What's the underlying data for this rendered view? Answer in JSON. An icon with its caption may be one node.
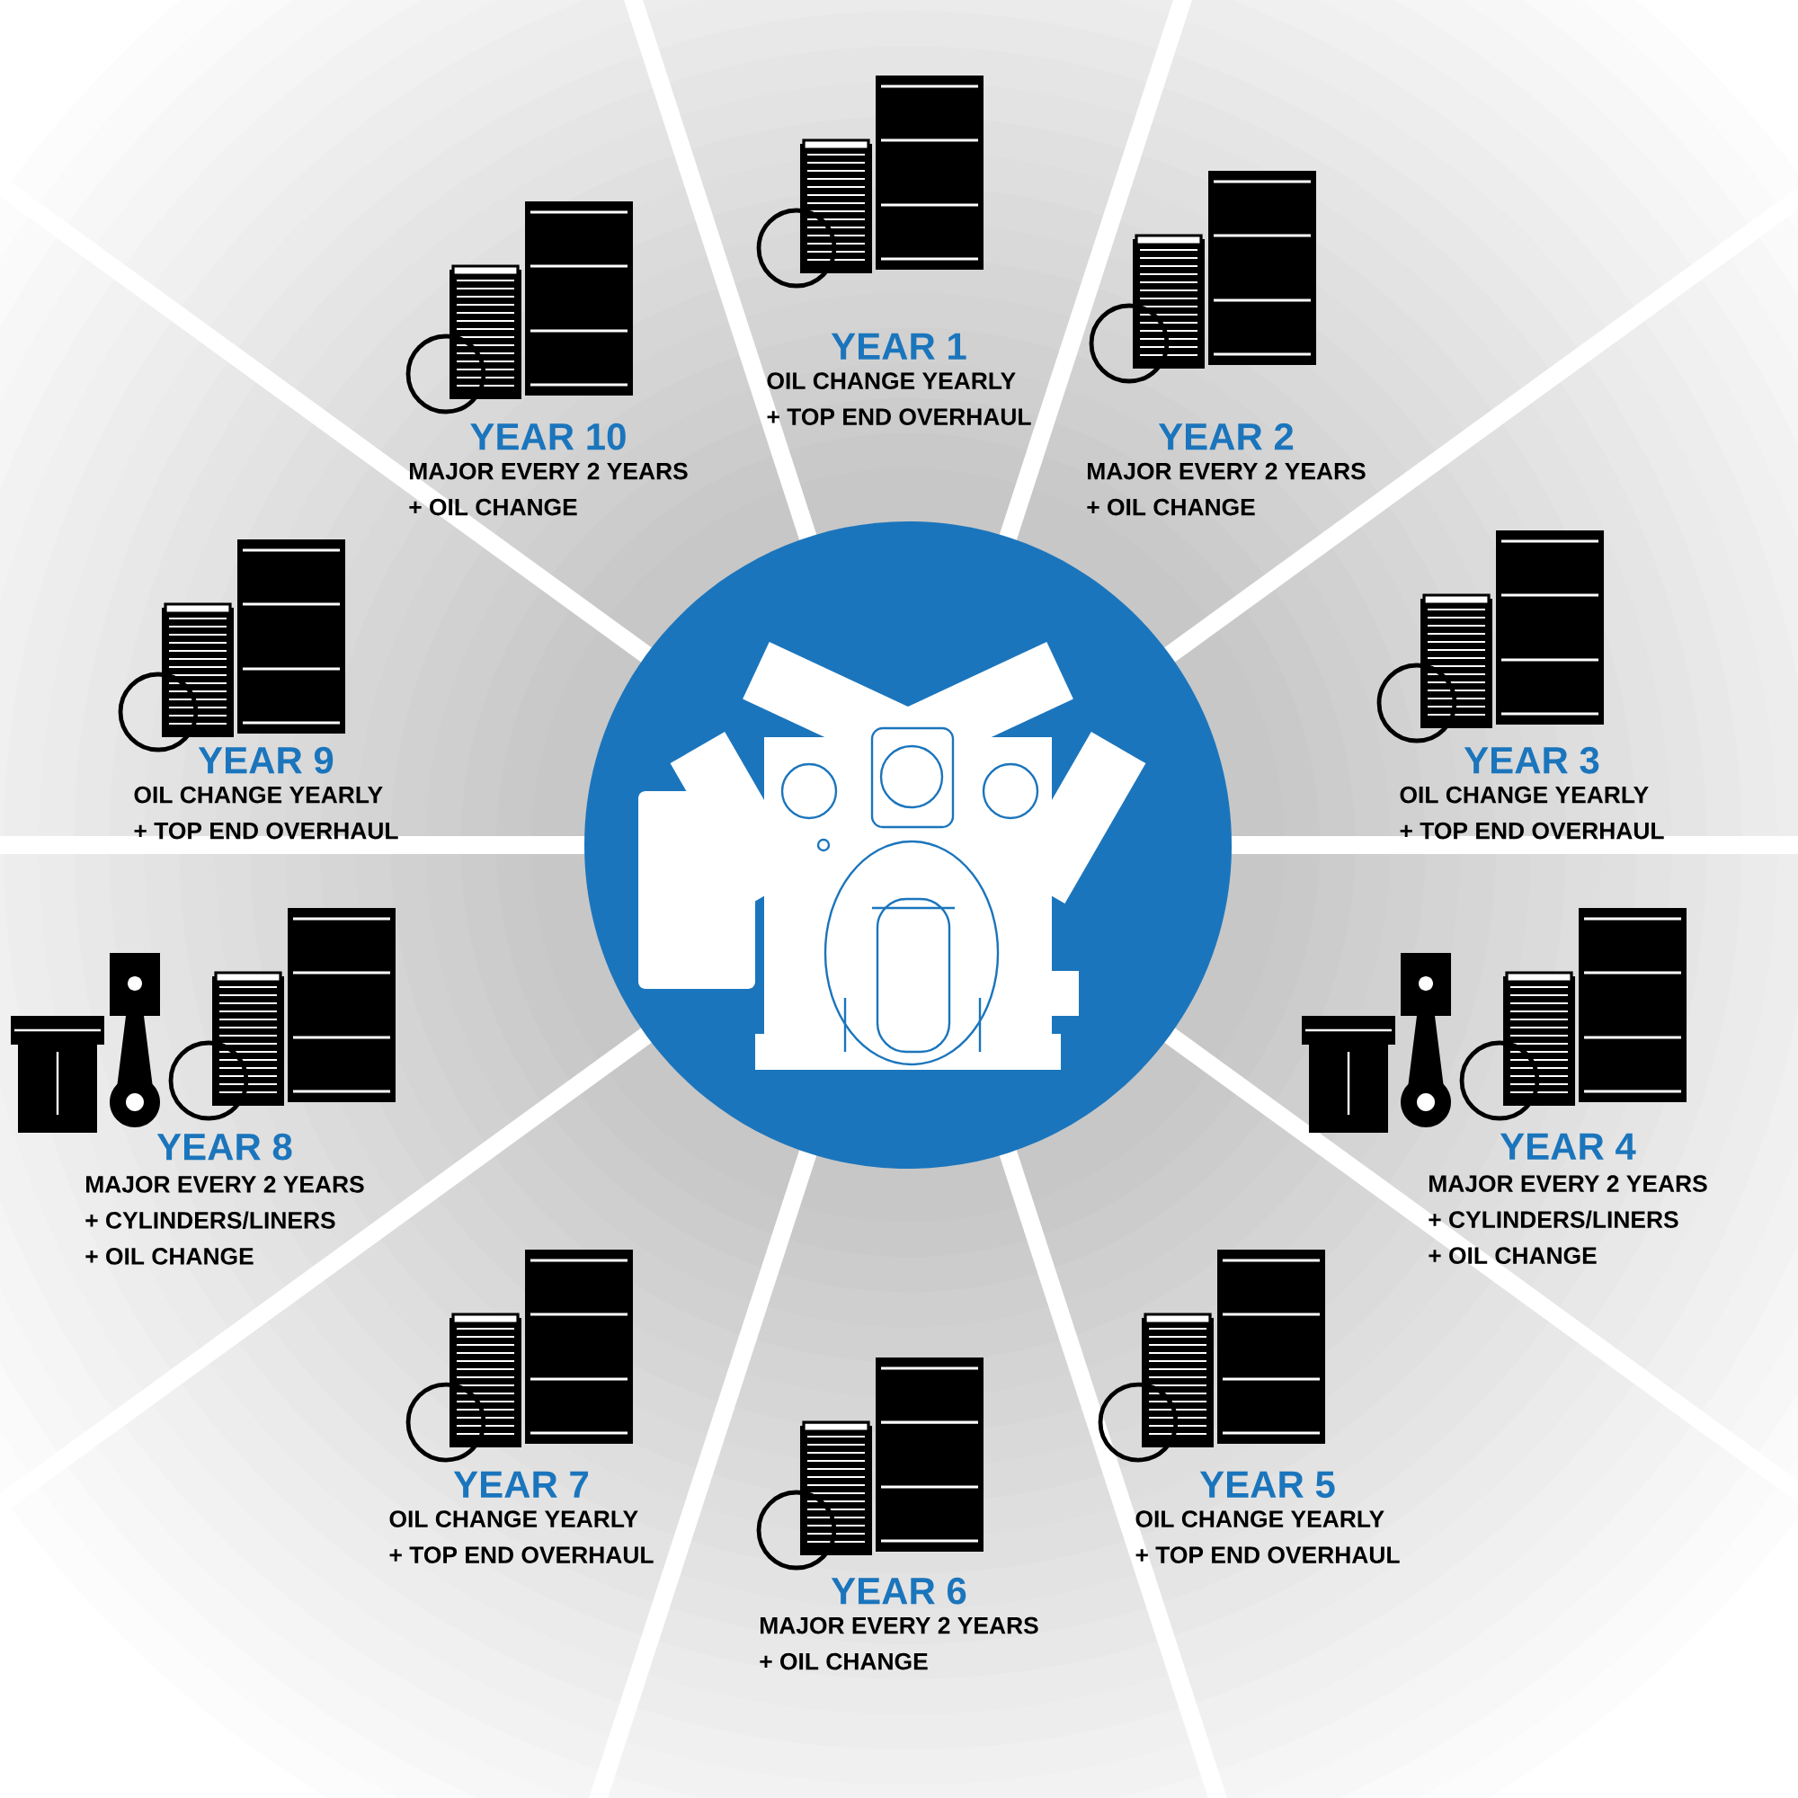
{
  "diagram": {
    "nodes": [
      {
        "text": [],
        "shape": "circle"
      },
      {
        "text": [
          "YEAR 1",
          "OIL CHANGE YEARLY",
          "+ TOP END OVERHAUL"
        ]
      },
      {
        "text": [
          "YEAR 2",
          "MAJOR EVERY 2 YEARS",
          "+ OIL CHANGE"
        ]
      },
      {
        "text": [
          "YEAR 3",
          "OIL CHANGE YEARLY",
          "+ TOP END OVERHAUL"
        ]
      },
      {
        "text": [
          "YEAR 4",
          "MAJOR EVERY 2 YEARS",
          "+ CYLINDERS/LINERS",
          "+ OIL CHANGE"
        ]
      },
      {
        "text": [
          "YEAR 5",
          "OIL CHANGE YEARLY",
          "+ TOP END OVERHAUL"
        ]
      },
      {
        "text": [
          "YEAR 6",
          "MAJOR EVERY 2 YEARS",
          "+ OIL CHANGE"
        ]
      },
      {
        "text": [
          "YEAR 7",
          "OIL CHANGE YEARLY",
          "+ TOP END OVERHAUL"
        ]
      },
      {
        "text": [
          "YEAR 8",
          "MAJOR EVERY 2 YEARS",
          "+ CYLINDERS/LINERS",
          "+ OIL CHANGE"
        ]
      },
      {
        "text": [
          "YEAR 9",
          "OIL CHANGE YEARLY",
          "+ TOP END OVERHAUL"
        ]
      },
      {
        "text": [
          "YEAR 10",
          "MAJOR EVERY 2 YEARS",
          "+ OIL CHANGE"
        ]
      }
    ]
  }
}
